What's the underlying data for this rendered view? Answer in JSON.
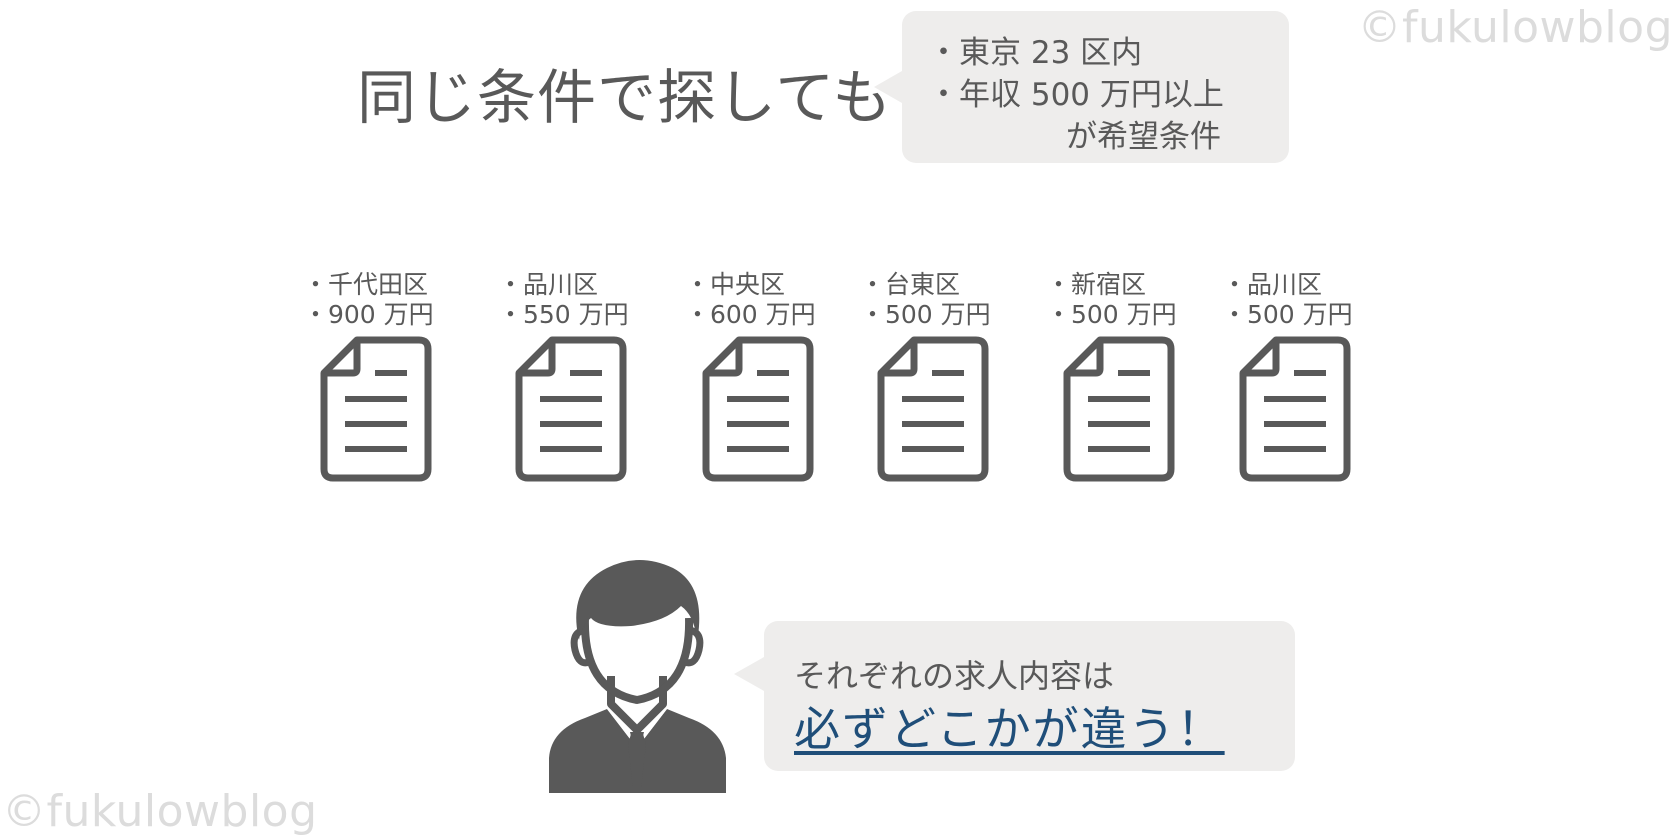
{
  "watermark": {
    "top": "©fukulowblog",
    "bottom": "©fukulowblog"
  },
  "headline": "同じ条件で探しても",
  "conditions": {
    "line1": "・東京 23 区内",
    "line2": "・年収 500 万円以上",
    "line3": "が希望条件"
  },
  "listings": [
    {
      "area": "・千代田区",
      "salary": "・900 万円"
    },
    {
      "area": "・品川区",
      "salary": "・550 万円"
    },
    {
      "area": "・中央区",
      "salary": "・600 万円"
    },
    {
      "area": "・台東区",
      "salary": "・500 万円"
    },
    {
      "area": "・新宿区",
      "salary": "・500 万円"
    },
    {
      "area": "・品川区",
      "salary": "・500 万円"
    }
  ],
  "icons": {
    "document": "document-icon",
    "person": "businessman-icon"
  },
  "speech": {
    "line1": "それぞれの求人内容は",
    "line2": "必ずどこかが違う！"
  },
  "colors": {
    "text": "#595959",
    "bubble": "#eeedec",
    "emphasis": "#1f4e79",
    "icon": "#595959",
    "watermark": "#dcdcdc"
  }
}
